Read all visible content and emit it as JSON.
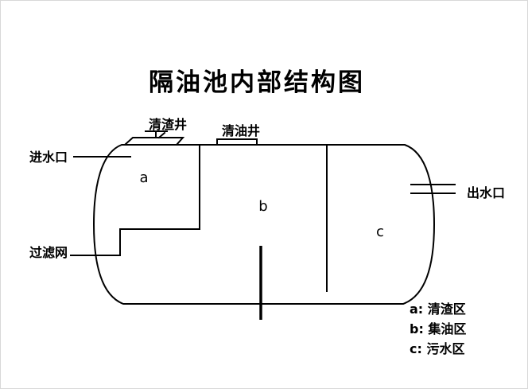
{
  "title": "隔油池内部结构图",
  "labels": {
    "slag_well": "清渣井",
    "oil_well": "清油井",
    "inlet": "进水口",
    "outlet": "出水口",
    "filter_screen": "过滤网",
    "zone_a": "a",
    "zone_b": "b",
    "zone_c": "c"
  },
  "legend": [
    {
      "text": "a: 清渣区"
    },
    {
      "text": "b: 集油区"
    },
    {
      "text": "c: 污水区"
    }
  ],
  "colors": {
    "title": "#00A651",
    "line": "#000000"
  }
}
